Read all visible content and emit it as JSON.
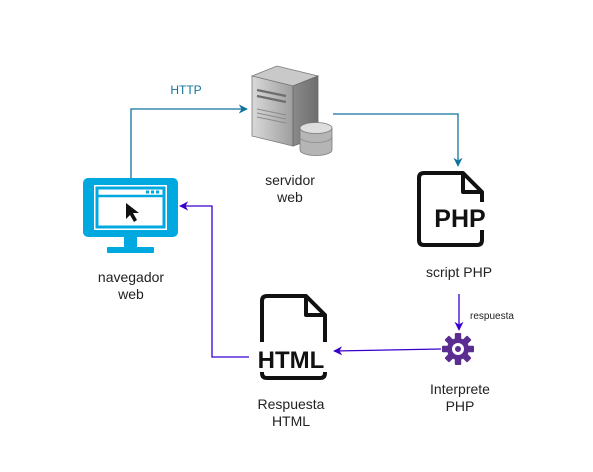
{
  "colors": {
    "arrow_blue": "#10739e",
    "arrow_purple": "#3700cc",
    "monitor_blue": "#00a8e0",
    "gear_purple": "#5b2d91",
    "http_label": "#10739e"
  },
  "nodes": {
    "browser": {
      "icon": "monitor-browser-icon",
      "line1": "navegador",
      "line2": "web"
    },
    "server": {
      "icon": "server-database-icon",
      "line1": "servidor",
      "line2": "web"
    },
    "php_script": {
      "icon": "php-file-icon",
      "doc_text": "PHP",
      "line1": "script PHP"
    },
    "interpreter": {
      "icon": "gear-icon",
      "line1": "Interprete",
      "line2": "PHP"
    },
    "html_response": {
      "icon": "html-file-icon",
      "doc_text": "HTML",
      "line1": "Respuesta",
      "line2": "HTML"
    }
  },
  "edges": {
    "http": {
      "label": "HTTP"
    },
    "respuesta": {
      "label": "respuesta"
    }
  }
}
